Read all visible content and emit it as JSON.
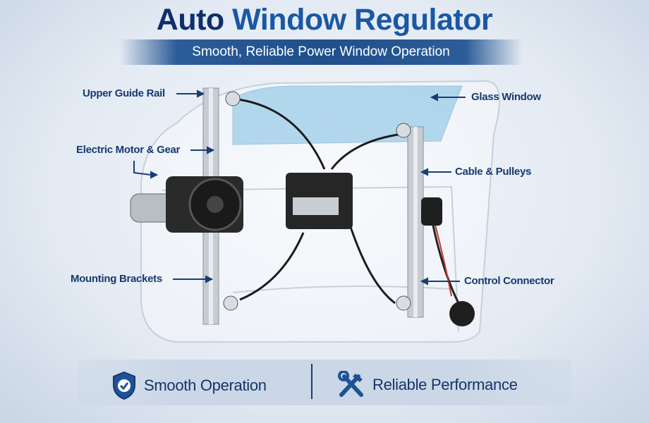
{
  "header": {
    "title_part1": "Auto",
    "title_part2": "Window Regulator",
    "subtitle": "Smooth, Reliable Power Window Operation"
  },
  "callouts": {
    "upper_guide_rail": "Upper Guide Rail",
    "electric_motor": "Electric Motor & Gear",
    "mounting_brackets": "Mounting Brackets",
    "glass_window": "Glass Window",
    "cable_pulleys": "Cable & Pulleys",
    "control_connector": "Control Connector"
  },
  "features": [
    {
      "label": "Smooth Operation",
      "icon": "shield-check-icon"
    },
    {
      "label": "Reliable Performance",
      "icon": "wrench-hammer-icon"
    }
  ],
  "colors": {
    "navy": "#0f2f6a",
    "blue": "#1a58a3",
    "label": "#163a70"
  }
}
